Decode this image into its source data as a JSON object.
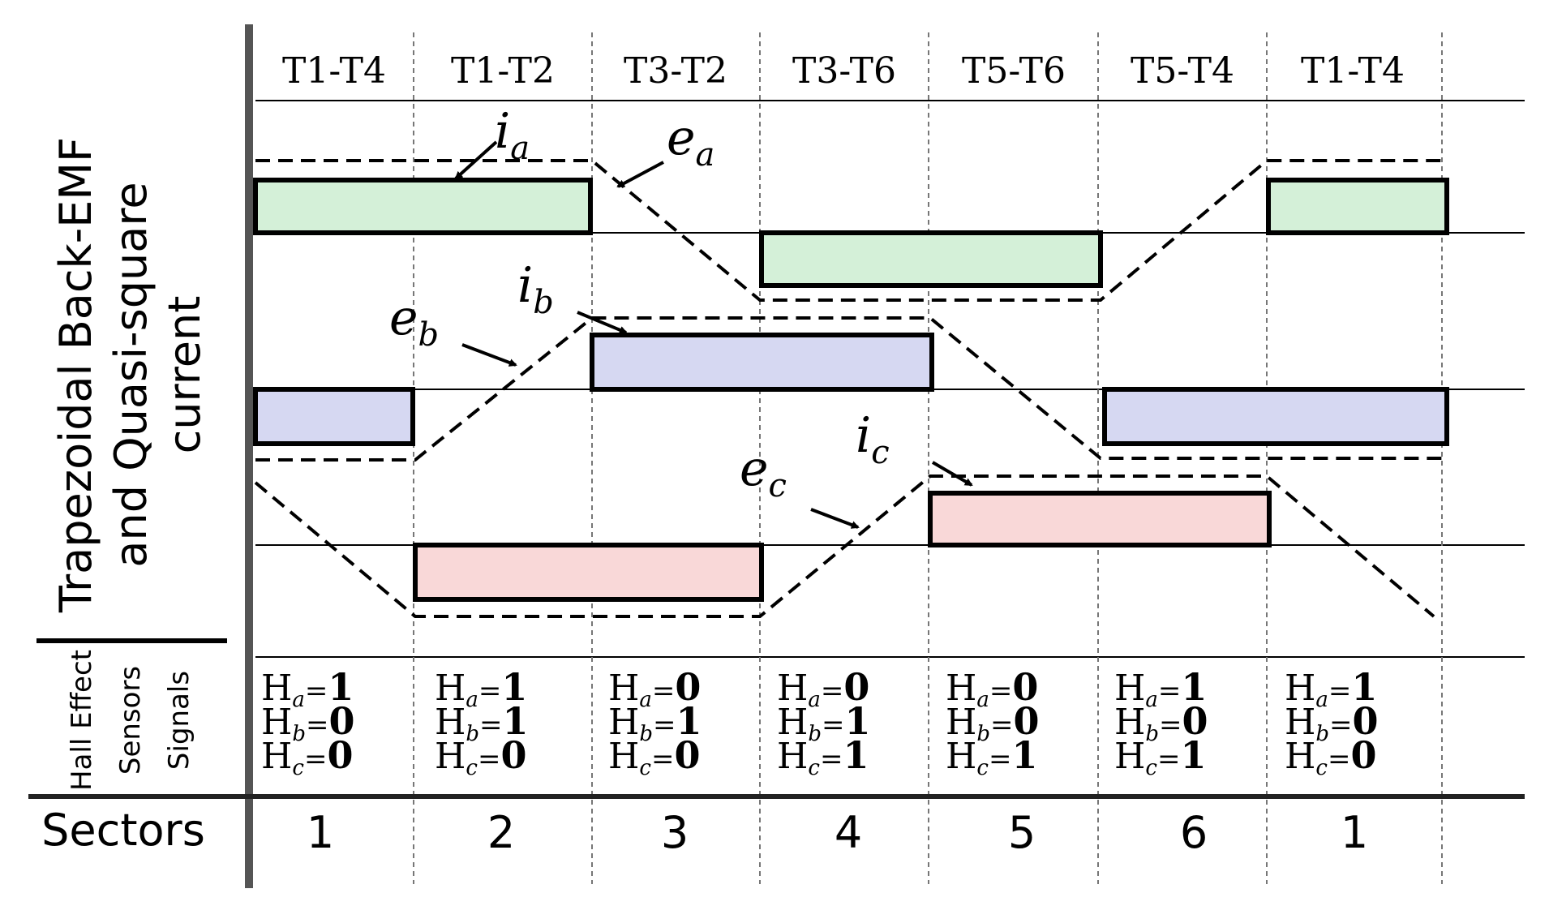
{
  "commutation_labels": [
    "T1-T4",
    "T1-T2",
    "T3-T2",
    "T3-T6",
    "T5-T6",
    "T5-T4",
    "T1-T4"
  ],
  "y_label_line1": "Trapezoidal Back-EMF",
  "y_label_line2": "and Quasi-square",
  "y_label_line3": "current",
  "hall_label_line1": "Hall Effect",
  "hall_label_line2": "Sensors",
  "hall_label_line3": "Signals",
  "sectors_label": "Sectors",
  "sectors": [
    "1",
    "2",
    "3",
    "4",
    "5",
    "6",
    "1"
  ],
  "hall_signals": [
    {
      "a": "1",
      "b": "0",
      "c": "0"
    },
    {
      "a": "1",
      "b": "1",
      "c": "0"
    },
    {
      "a": "0",
      "b": "1",
      "c": "0"
    },
    {
      "a": "0",
      "b": "1",
      "c": "1"
    },
    {
      "a": "0",
      "b": "0",
      "c": "1"
    },
    {
      "a": "1",
      "b": "0",
      "c": "1"
    },
    {
      "a": "1",
      "b": "0",
      "c": "0"
    }
  ],
  "hall_prefix": "H",
  "hall_subscripts": [
    "a",
    "b",
    "c"
  ],
  "annotations": {
    "ia": "i",
    "ia_sub": "a",
    "ea": "e",
    "ea_sub": "a",
    "ib": "i",
    "ib_sub": "b",
    "eb": "e",
    "eb_sub": "b",
    "ic": "i",
    "ic_sub": "c",
    "ec": "e",
    "ec_sub": "c"
  },
  "colors": {
    "phase_a_fill": "#d4f0d8",
    "phase_b_fill": "#d6d8f2",
    "phase_c_fill": "#f9d8d8",
    "line": "#000000",
    "axis": "#555555",
    "divider": "#888888"
  }
}
